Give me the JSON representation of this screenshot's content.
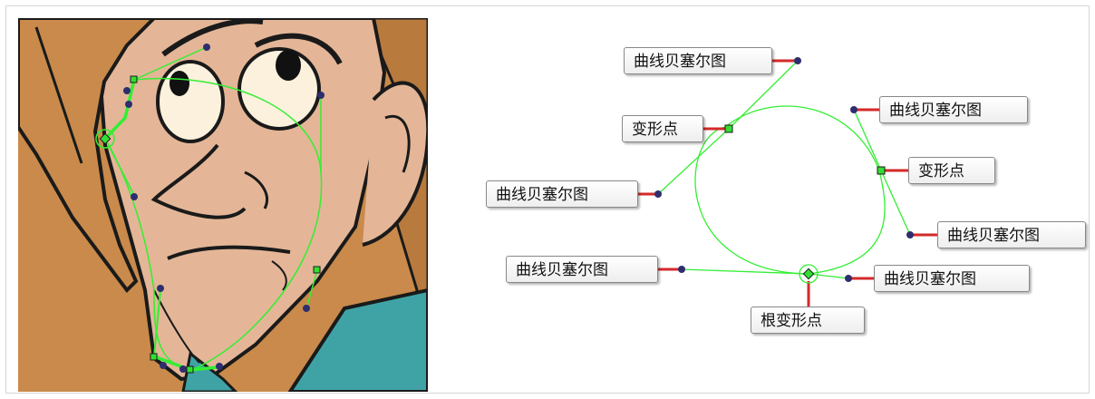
{
  "labels": {
    "bezier_top": "曲线贝塞尔图",
    "deform_point_left": "变形点",
    "bezier_upper_right": "曲线贝塞尔图",
    "deform_point_right": "变形点",
    "bezier_left_middle": "曲线贝塞尔图",
    "bezier_right_lower": "曲线贝塞尔图",
    "bezier_left_bottom": "曲线贝塞尔图",
    "bezier_bottom_right": "曲线贝塞尔图",
    "root_deform_point": "根变形点"
  },
  "colors": {
    "deform_curve": "#33ee33",
    "handle_point": "#2e2e6e",
    "deform_point_fill": "#33dd33",
    "connector_line": "#d42a2a",
    "skin": "#e4b697",
    "hair": "#c98a4b",
    "shirt": "#3fa3a6",
    "eye_white": "#fbf1dd"
  }
}
